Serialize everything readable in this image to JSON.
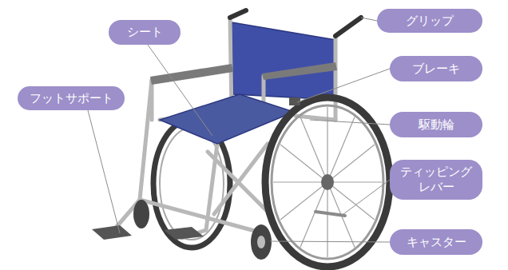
{
  "diagram": {
    "nodes": [
      {
        "text": [
          "グリップ"
        ]
      },
      {
        "text": [
          "シート"
        ]
      },
      {
        "text": [
          "ブレーキ"
        ]
      },
      {
        "text": [
          "フットサポート"
        ]
      },
      {
        "text": [
          "駆動輪"
        ]
      },
      {
        "text": [
          "ティッピング レバー"
        ]
      },
      {
        "text": [
          "キャスター"
        ]
      }
    ]
  }
}
